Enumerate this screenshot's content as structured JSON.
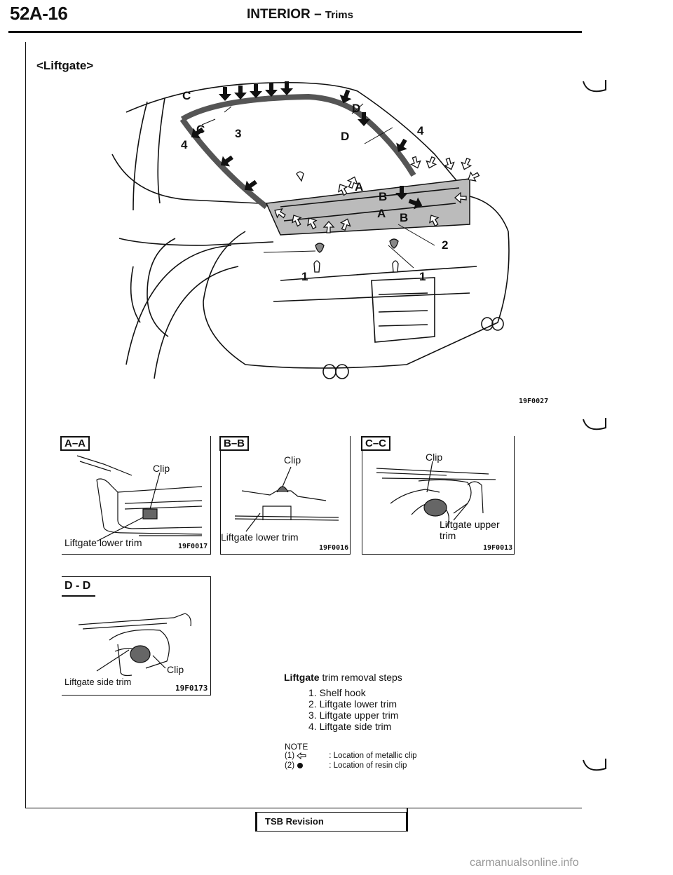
{
  "header": {
    "page_number": "52A-16",
    "section": "INTERIOR",
    "dash": "–",
    "subsection": "Trims"
  },
  "section_label": "<Liftgate>",
  "main_figure": {
    "code": "19F0027",
    "callouts": [
      "C",
      "C",
      "3",
      "4",
      "4",
      "D",
      "D",
      "A",
      "B",
      "A",
      "B",
      "2",
      "1",
      "1"
    ]
  },
  "panels": {
    "aa": {
      "tag": "A–A",
      "clip_label": "Clip",
      "part_label": "Liftgate lower trim",
      "code": "19F0017"
    },
    "bb": {
      "tag": "B–B",
      "clip_label": "Clip",
      "part_label": "Liftgate lower trim",
      "code": "19F0016"
    },
    "cc": {
      "tag": "C–C",
      "clip_label": "Clip",
      "part_label": "Liftgate upper trim",
      "code": "19F0013"
    },
    "dd": {
      "tag": "D - D",
      "clip_label": "Clip",
      "part_label": "Liftgate side trim",
      "code": "19F0173"
    }
  },
  "removal_steps": {
    "title_bold": "Liftgate",
    "title_rest": "trim removal steps",
    "steps": [
      "1. Shelf hook",
      "2. Liftgate lower trim",
      "3. Liftgate upper trim",
      "4. Liftgate side trim"
    ]
  },
  "note": {
    "heading": "NOTE",
    "rows": [
      {
        "num": "(1)",
        "text": ": Location of metallic clip"
      },
      {
        "num": "(2)",
        "text": ": Location of resin clip"
      }
    ]
  },
  "footer": {
    "tsb_label": "TSB Revision",
    "watermark": "carmanualsonline.info"
  }
}
